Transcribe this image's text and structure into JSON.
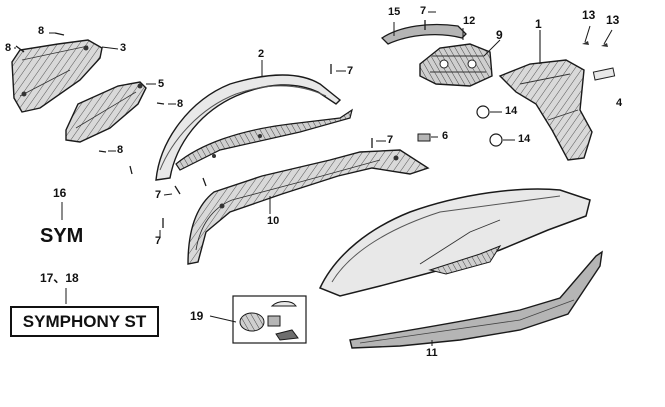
{
  "callouts": {
    "p1": "1",
    "p2": "2",
    "p3": "3",
    "p4": "4",
    "p5": "5",
    "p6": "6",
    "p7a": "7",
    "p7b": "7",
    "p7c": "7",
    "p7d": "7",
    "p7e": "7",
    "p8a": "8",
    "p8b": "8",
    "p8c": "8",
    "p8d": "8",
    "p9": "9",
    "p10": "10",
    "p11": "11",
    "p12": "12",
    "p13a": "13",
    "p13b": "13",
    "p14a": "14",
    "p14b": "14",
    "p15": "15",
    "p16": "16",
    "p17_18": "17、18",
    "p19": "19"
  },
  "emblems": {
    "sym_text": "SYM",
    "symphony_text": "SYMPHONY ST"
  },
  "colors": {
    "line": "#1a1a1a",
    "fill_light": "#e8e8e8",
    "fill_mid": "#b5b5b5",
    "fill_dark": "#6e6e6e"
  }
}
